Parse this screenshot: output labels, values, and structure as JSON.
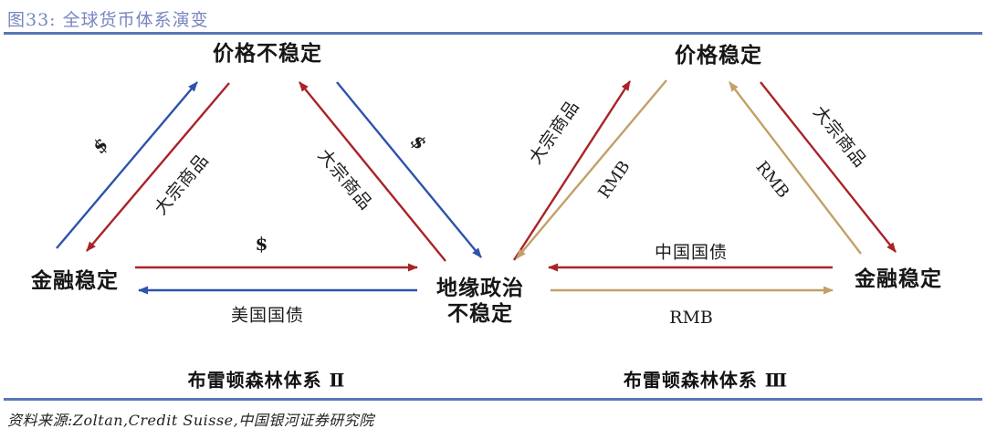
{
  "header": {
    "title": "图33: 全球货币体系演变"
  },
  "colors": {
    "red": "#aa2328",
    "blue": "#2e52ad",
    "tan": "#c2a069",
    "rule_blue": "#5b76b7",
    "title_blue": "#7886c1"
  },
  "diagram": {
    "center_node": {
      "line1": "地缘政治",
      "line2": "不稳定"
    },
    "left_triangle": {
      "caption": "布雷顿森林体系 Ⅱ",
      "nodes": {
        "top": "价格不稳定",
        "left": "金融稳定",
        "right": "地缘政治不稳定"
      },
      "edges": [
        {
          "from": "金融稳定",
          "to": "价格不稳定",
          "color": "blue",
          "label": "$"
        },
        {
          "from": "价格不稳定",
          "to": "金融稳定",
          "color": "red",
          "label": "大宗商品"
        },
        {
          "from": "地缘政治不稳定",
          "to": "价格不稳定",
          "color": "red",
          "label": "大宗商品"
        },
        {
          "from": "价格不稳定",
          "to": "地缘政治不稳定",
          "color": "blue",
          "label": "$"
        },
        {
          "from": "金融稳定",
          "to": "地缘政治不稳定",
          "color": "red",
          "label": "$"
        },
        {
          "from": "地缘政治不稳定",
          "to": "金融稳定",
          "color": "blue",
          "label": "美国国债"
        }
      ]
    },
    "right_triangle": {
      "caption": "布雷顿森林体系 Ⅲ",
      "nodes": {
        "top": "价格稳定",
        "left": "地缘政治不稳定",
        "right": "金融稳定"
      },
      "edges": [
        {
          "from": "地缘政治不稳定",
          "to": "价格稳定",
          "color": "red",
          "label": "大宗商品"
        },
        {
          "from": "价格稳定",
          "to": "地缘政治不稳定",
          "color": "tan",
          "label": "RMB"
        },
        {
          "from": "金融稳定",
          "to": "价格稳定",
          "color": "tan",
          "label": "RMB"
        },
        {
          "from": "价格稳定",
          "to": "金融稳定",
          "color": "red",
          "label": "大宗商品"
        },
        {
          "from": "金融稳定",
          "to": "地缘政治不稳定",
          "color": "red",
          "label": "中国国债"
        },
        {
          "from": "地缘政治不稳定",
          "to": "金融稳定",
          "color": "tan",
          "label": "RMB"
        }
      ]
    }
  },
  "footer": {
    "source": "资料来源:Zoltan,Credit Suisse,中国银河证券研究院"
  }
}
